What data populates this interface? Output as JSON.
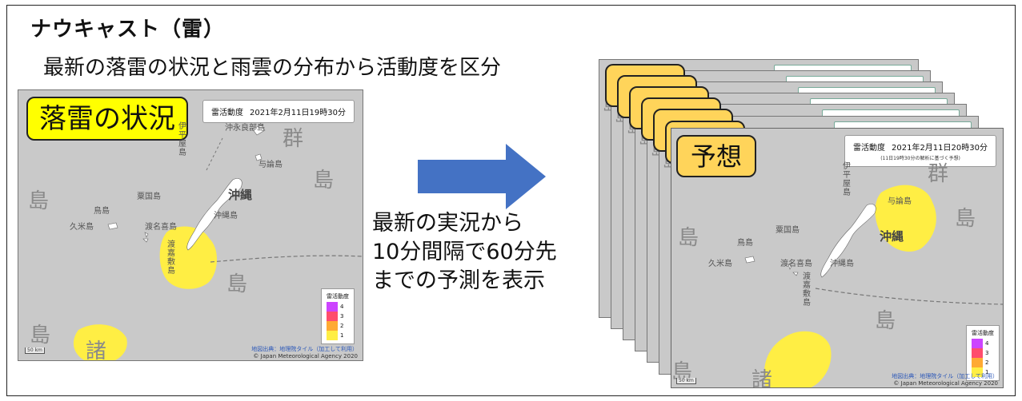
{
  "title": "ナウキャスト（雷）",
  "subtitle": "最新の落雷の状況と雨雲の分布から活動度を区分",
  "left_panel": {
    "badge": "落雷の状況",
    "date_label": "雷活動度",
    "date": "2021年2月11日19時30分",
    "labels": {
      "okinawa": "沖縄",
      "okinawa_island": "沖縄島",
      "iheya": "伊平屋島",
      "okinoerabu": "沖永良部島",
      "yoron": "与論島",
      "awaguni": "粟国島",
      "torishima": "鳥島",
      "kume": "久米島",
      "tonaki": "渡名喜島",
      "tokashiki": "渡嘉敷島",
      "shotou": "諸島"
    },
    "ghost_labels": [
      "島",
      "群",
      "島",
      "島",
      "諸"
    ],
    "legend": {
      "title": "雷活動度",
      "levels": [
        "4",
        "3",
        "2",
        "1"
      ]
    },
    "scale": "50 km",
    "credit_line1": "地図出典：地理院タイル（加工して利用）",
    "credit_line2": "© Japan Meteorological Agency 2020"
  },
  "arrow_caption": [
    "最新の実況から",
    "10分間隔で60分先",
    "までの予測を表示"
  ],
  "right_panel": {
    "badge": "予想",
    "date_label": "雷活動度",
    "date": "2021年2月11日20時30分",
    "date_sub": "(11日19時30分の解析に基づく予想)",
    "labels": {
      "okinawa": "沖縄",
      "okinawa_island": "沖縄島",
      "iheya": "伊平屋島",
      "yoron": "与論島",
      "awaguni": "粟国島",
      "torishima": "鳥島",
      "kume": "久米島",
      "tonaki": "渡名喜島",
      "tokashiki": "渡嘉敷島"
    },
    "ghost_labels": [
      "島",
      "群",
      "島",
      "島",
      "諸"
    ],
    "legend": {
      "title": "雷活動度",
      "levels": [
        "4",
        "3",
        "2",
        "1"
      ]
    },
    "scale": "50 km",
    "credit_line1": "地図出典：地理院タイル（加工して利用）",
    "credit_line2": "© Japan Meteorological Agency 2020"
  },
  "stack_ghost_char": "島",
  "colors": {
    "level4": "#cc44ff",
    "level3": "#ff4d6d",
    "level2": "#ffaa33",
    "level1": "#ffee44",
    "badge_now": "#ffff00",
    "badge_forecast": "#ffd45a",
    "arrow": "#4472c4"
  }
}
